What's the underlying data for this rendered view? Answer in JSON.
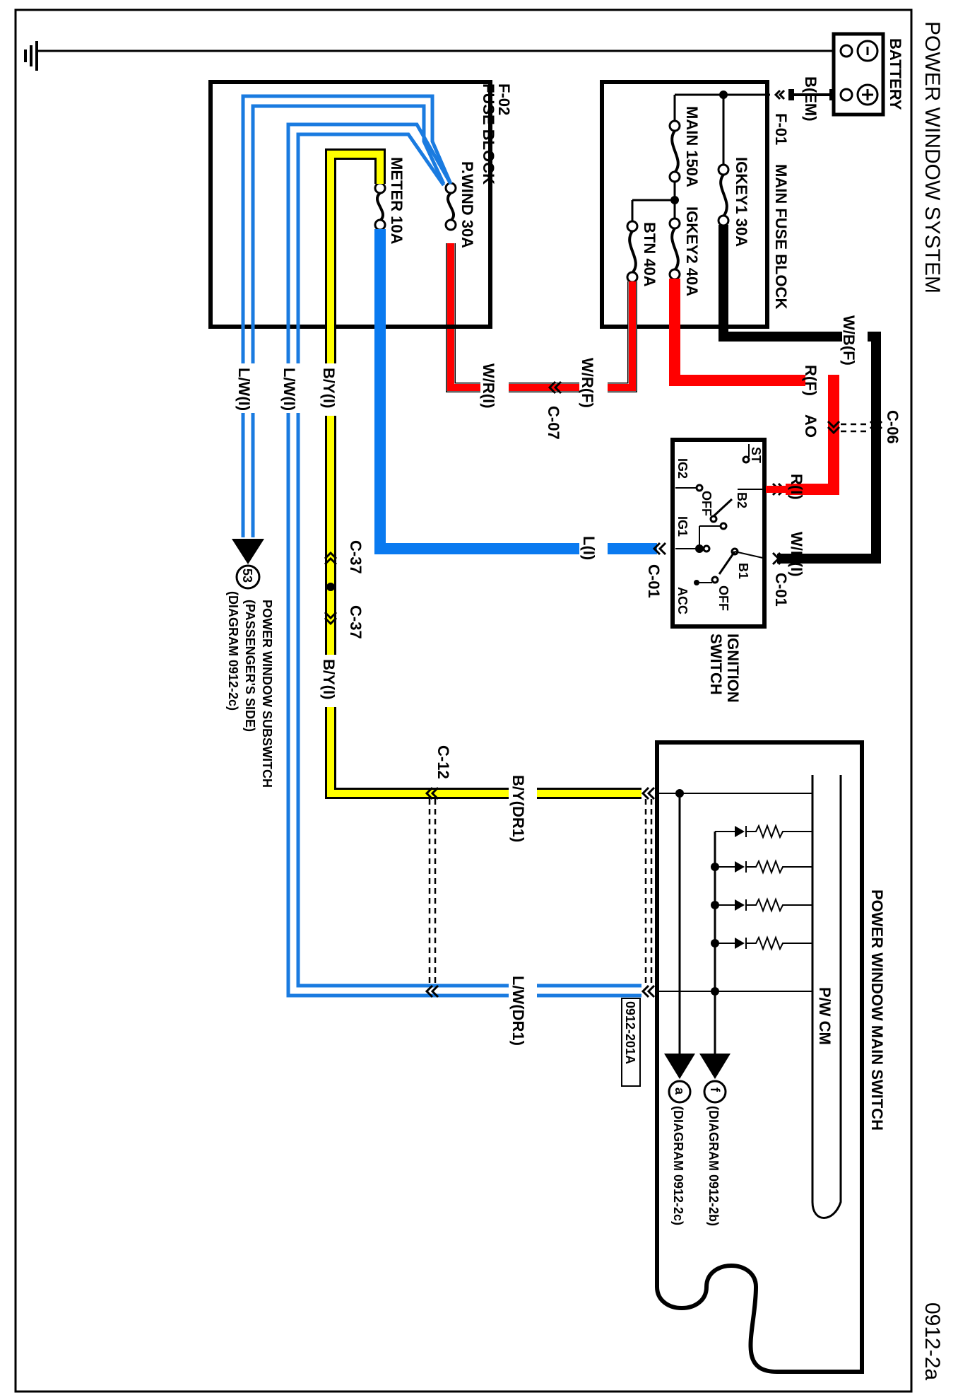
{
  "diagram": {
    "title": "POWER WINDOW SYSTEM",
    "page_id": "0912-2a",
    "orientation": "rotated 90 degrees clockwise",
    "colors": {
      "red_wire": "#ff0000",
      "blue_wire": "#0a7af0",
      "yellow_wire": "#ffff00",
      "black_wire": "#000000"
    },
    "battery": {
      "label": "BATTERY",
      "neg_symbol": "⊖",
      "pos_symbol": "⊕",
      "output_wire": "B(EM)"
    },
    "main_fuse_block": {
      "connector": "F-01",
      "label": "MAIN FUSE BLOCK",
      "fuses": [
        {
          "name": "IGKEY1",
          "rating": "30A",
          "label": "IGKEY1 30A"
        },
        {
          "name": "MAIN",
          "rating": "150A",
          "label": "MAIN 150A"
        },
        {
          "name": "IGKEY2",
          "rating": "40A",
          "label": "IGKEY2 40A"
        },
        {
          "name": "BTN",
          "rating": "40A",
          "label": "BTN 40A"
        }
      ]
    },
    "fuse_block": {
      "connector": "F-02",
      "label": "FUSE BLOCK",
      "fuses": [
        {
          "name": "P.WIND",
          "rating": "30A",
          "label": "P.WIND 30A"
        },
        {
          "name": "METER",
          "rating": "10A",
          "label": "METER 10A"
        }
      ]
    },
    "ignition_switch": {
      "label_line1": "IGNITION",
      "label_line2": "SWITCH",
      "connector": "C-01",
      "terminals": [
        "ST",
        "IG2",
        "OFF",
        "B2",
        "IG1",
        "B1",
        "OFF",
        "ACC"
      ]
    },
    "wires": {
      "wb_f": "W/B(F)",
      "r_f": "R(F)",
      "ao": "AO",
      "r_i": "R(I)",
      "wb_i": "W/B(I)",
      "wr_f": "W/R(F)",
      "wr_i": "W/R(I)",
      "l_i": "L(I)",
      "by_i_1": "B/Y(I)",
      "by_i_2": "B/Y(I)",
      "lw_i_1": "L/W(I)",
      "lw_i_2": "L/W(I)",
      "by_dr1": "B/Y(DR1)",
      "lw_dr1": "L/W(DR1)"
    },
    "connectors": {
      "c06": "C-06",
      "c07": "C-07",
      "c01_top": "C-01",
      "c01_bottom": "C-01",
      "c37_a": "C-37",
      "c37_b": "C-37",
      "c12": "C-12",
      "ref_box": "0912-201A"
    },
    "main_switch": {
      "label": "POWER WINDOW MAIN SWITCH",
      "module": "P/W CM"
    },
    "references": [
      {
        "marker": "f",
        "text": "(DIAGRAM 0912-2b)"
      },
      {
        "marker": "a",
        "text": "(DIAGRAM 0912-2c)"
      },
      {
        "marker": "53",
        "line1": "POWER WINDOW SUBSWITCH",
        "line2": "(PASSENGER'S SIDE)",
        "line3": "(DIAGRAM 0912-2c)"
      }
    ]
  }
}
